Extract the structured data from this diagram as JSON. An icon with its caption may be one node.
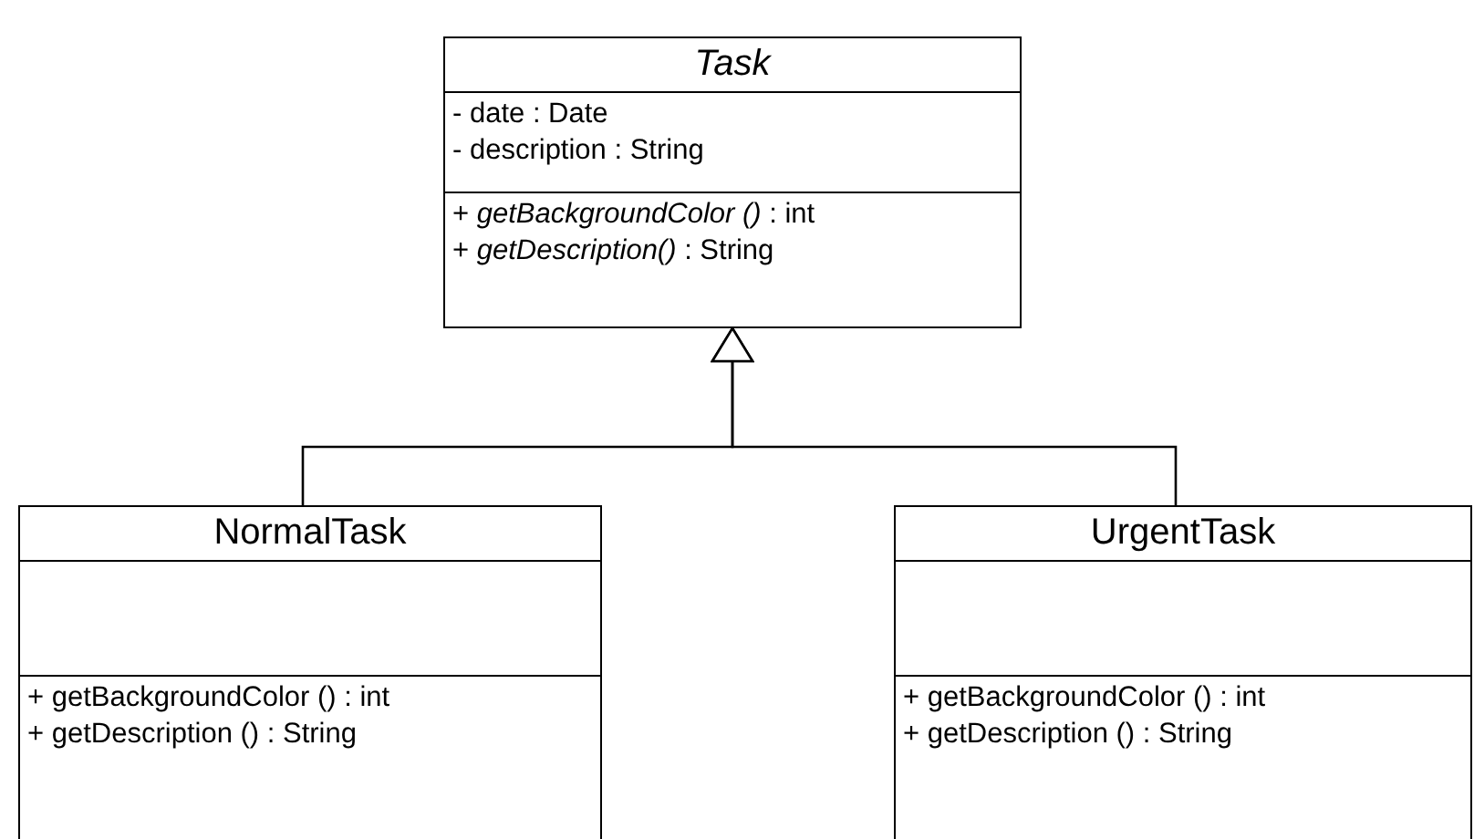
{
  "diagram": {
    "nodes": [
      {
        "text": [
          "Task",
          "- date : Date",
          "- description : String",
          "+ *getBackgroundColor ()* : int",
          "+ *getDescription()* : String"
        ]
      },
      {
        "text": [
          "NormalTask",
          "+ getBackgroundColor () : int",
          "+ getDescription () : String"
        ]
      },
      {
        "text": [
          "UrgentTask",
          "+ getBackgroundColor () : int",
          "+ getDescription () : String"
        ]
      }
    ],
    "edges": [
      {
        "from": 1,
        "to": 0,
        "arrow": "to"
      },
      {
        "from": 2,
        "to": 0,
        "arrow": "to"
      }
    ]
  }
}
